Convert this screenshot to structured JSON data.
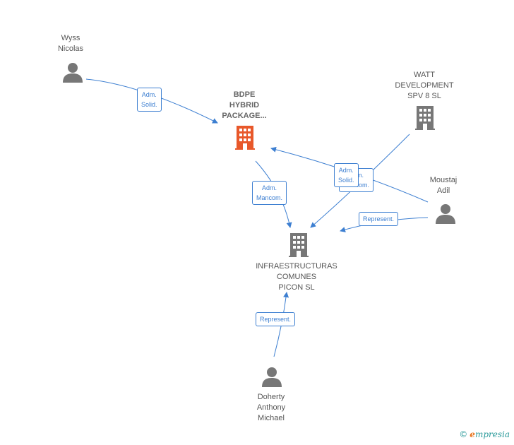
{
  "nodes": {
    "wyss": {
      "label_lines": [
        "Wyss",
        "Nicolas"
      ],
      "type": "person"
    },
    "bdpe": {
      "label_lines": [
        "BDPE",
        "HYBRID",
        "PACKAGE..."
      ],
      "type": "company-highlight"
    },
    "watt": {
      "label_lines": [
        "WATT",
        "DEVELOPMENT",
        "SPV 8  SL"
      ],
      "type": "company"
    },
    "moustaj": {
      "label_lines": [
        "Moustaj",
        "Adil"
      ],
      "type": "person"
    },
    "infra": {
      "label_lines": [
        "INFRAESTRUCTURAS",
        "COMUNES",
        "PICON  SL"
      ],
      "type": "company"
    },
    "doherty": {
      "label_lines": [
        "Doherty",
        "Anthony",
        "Michael"
      ],
      "type": "person"
    }
  },
  "edges": {
    "wyss_bdpe": {
      "lines": [
        "Adm.",
        "Solid."
      ]
    },
    "bdpe_infra": {
      "lines": [
        "Adm.",
        "Mancom."
      ]
    },
    "watt_infra": {
      "lines": [
        "Adm.",
        "Mancom."
      ]
    },
    "moustaj_bdpe": {
      "lines": [
        "Adm.",
        "Solid."
      ]
    },
    "moustaj_infra": {
      "lines": [
        "Represent."
      ]
    },
    "doherty_infra": {
      "lines": [
        "Represent."
      ]
    }
  },
  "colors": {
    "edge": "#3d7fd1",
    "node": "#777777",
    "highlight": "#e8582a"
  },
  "brand": {
    "copyright": "©",
    "initial": "e",
    "rest": "mpresia"
  }
}
